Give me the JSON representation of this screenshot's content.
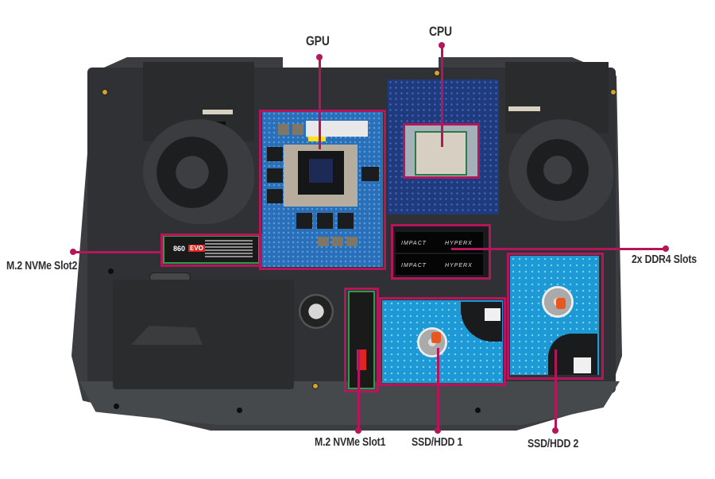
{
  "diagram": {
    "subject": "Laptop bottom internals with component callouts",
    "highlight_color": "#b5165b",
    "label_color": "#2e2e30",
    "callouts": [
      {
        "id": "gpu",
        "label": "GPU"
      },
      {
        "id": "cpu",
        "label": "CPU"
      },
      {
        "id": "m2_slot2",
        "label": "M.2 NVMe Slot2"
      },
      {
        "id": "ddr4",
        "label": "2x DDR4 Slots"
      },
      {
        "id": "m2_slot1",
        "label": "M.2 NVMe Slot1"
      },
      {
        "id": "hdd1",
        "label": "SSD/HDD 1"
      },
      {
        "id": "hdd2",
        "label": "SSD/HDD 2"
      }
    ],
    "component_text": {
      "m2_brand": "860",
      "m2_model": "EVO",
      "ram_brand_1": "HYPERX",
      "ram_brand_2": "HYPERX",
      "ram_series_1": "IMPACT",
      "ram_series_2": "IMPACT"
    }
  }
}
